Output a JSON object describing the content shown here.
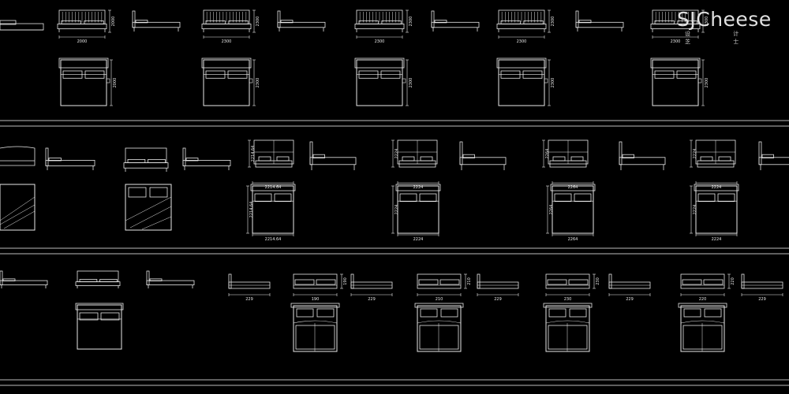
{
  "sheet": {
    "background": "#000000",
    "line_color": "#e8e8e8",
    "rule_color": "#bdbdbd"
  },
  "watermark": {
    "text": "SJCheese",
    "subtitle": "设 计 芝 士"
  },
  "rows": [
    {
      "id": "row-1",
      "dims": [
        "2000",
        "2300",
        "2300",
        "2300",
        "2300"
      ]
    },
    {
      "id": "row-2",
      "dims": [
        "2214.64",
        "2224",
        "2264",
        "2224"
      ]
    },
    {
      "id": "row-3",
      "dims": [
        "229",
        "190",
        "229",
        "210",
        "229",
        "230",
        "229",
        "220",
        "229"
      ]
    }
  ]
}
